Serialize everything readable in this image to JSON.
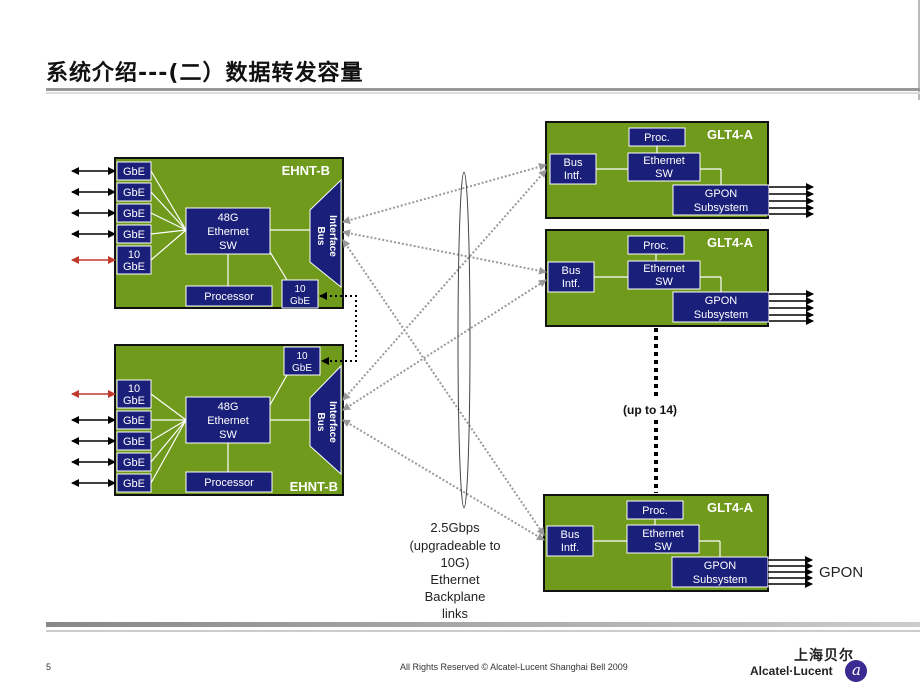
{
  "title": "系统介绍---(二）数据转发容量",
  "ehnt_top": {
    "name": "EHNT-B",
    "ports": [
      "GbE",
      "GbE",
      "GbE",
      "GbE"
    ],
    "port10_line1": "10",
    "port10_line2": "GbE",
    "switch_line1": "48G",
    "switch_line2": "Ethernet",
    "switch_line3": "SW",
    "processor": "Processor",
    "uplink_line1": "10",
    "uplink_line2": "GbE",
    "bus_line1": "Bus",
    "bus_line2": "Interface"
  },
  "ehnt_bottom": {
    "name": "EHNT-B",
    "ports": [
      "GbE",
      "GbE",
      "GbE",
      "GbE"
    ],
    "port10_line1": "10",
    "port10_line2": "GbE",
    "switch_line1": "48G",
    "switch_line2": "Ethernet",
    "switch_line3": "SW",
    "processor": "Processor",
    "uplink_line1": "10",
    "uplink_line2": "GbE",
    "bus_line1": "Bus",
    "bus_line2": "Interface"
  },
  "glt_cards": [
    {
      "name": "GLT4-A",
      "proc": "Proc.",
      "bus_line1": "Bus",
      "bus_line2": "Intf.",
      "eth_line1": "Ethernet",
      "eth_line2": "SW",
      "gpon_line1": "GPON",
      "gpon_line2": "Subsystem"
    },
    {
      "name": "GLT4-A",
      "proc": "Proc.",
      "bus_line1": "Bus",
      "bus_line2": "Intf.",
      "eth_line1": "Ethernet",
      "eth_line2": "SW",
      "gpon_line1": "GPON",
      "gpon_line2": "Subsystem"
    },
    {
      "name": "GLT4-A",
      "proc": "Proc.",
      "bus_line1": "Bus",
      "bus_line2": "Intf.",
      "eth_line1": "Ethernet",
      "eth_line2": "SW",
      "gpon_line1": "GPON",
      "gpon_line2": "Subsystem"
    }
  ],
  "up_to": "(up to 14)",
  "gpon_label": "GPON",
  "backplane_lines": [
    "2.5Gbps",
    "(upgradeable to",
    "10G)",
    "Ethernet",
    "Backplane",
    "links"
  ],
  "footer": {
    "page": "5",
    "copyright": "All Rights Reserved © Alcatel-Lucent Shanghai Bell 2009",
    "logo_cn": "上海贝尔",
    "logo_en": "Alcatel·Lucent"
  },
  "colors": {
    "card_green": "#6f9a1c",
    "block_blue": "#1a1f7a",
    "link_gray": "#9a9a9a",
    "red_arrow": "#c0392b"
  }
}
